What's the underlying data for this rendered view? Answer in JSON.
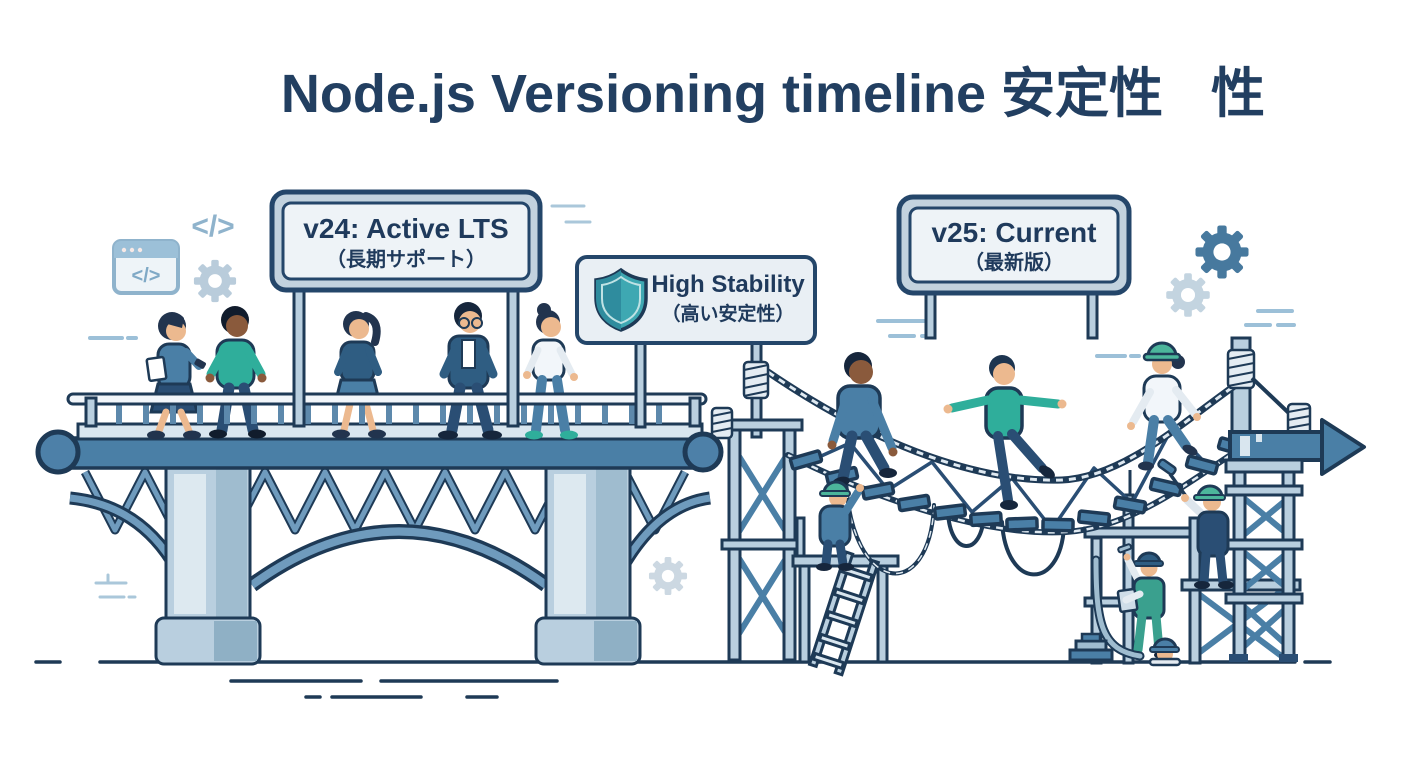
{
  "title": {
    "main": "Node.js Versioning timeline 安定性",
    "stray": "性"
  },
  "signs": {
    "lts": {
      "line1": "v24: Active LTS",
      "line2": "（長期サポート）"
    },
    "stability": {
      "line1": "High Stability",
      "line2": "（高い安定性）"
    },
    "current": {
      "line1": "v25: Current",
      "line2": "（最新版）"
    }
  },
  "icons": {
    "code_tag": "</>",
    "window_code": "</>",
    "decorative": [
      "code-window-icon",
      "code-tag-icon",
      "gear-icon",
      "shield-icon",
      "speed-dashes",
      "timeline-arrow"
    ]
  },
  "colors": {
    "outline_navy": "#1e3a56",
    "title_navy": "#223f61",
    "medium_blue": "#4a7fa6",
    "steel_light": "#b9cfdf",
    "steel_pale": "#d9e6ef",
    "sign_panel": "#eef3f7",
    "sign_frame": "#c2d2de",
    "sweater_teal": "#2fae9b",
    "shield_teal": "#3ea8b2",
    "decor_blue": "#9cc0d8",
    "helmet_green": "#4cb59b",
    "skin_light": "#ecb98f",
    "skin_dark": "#8a5a3c"
  }
}
